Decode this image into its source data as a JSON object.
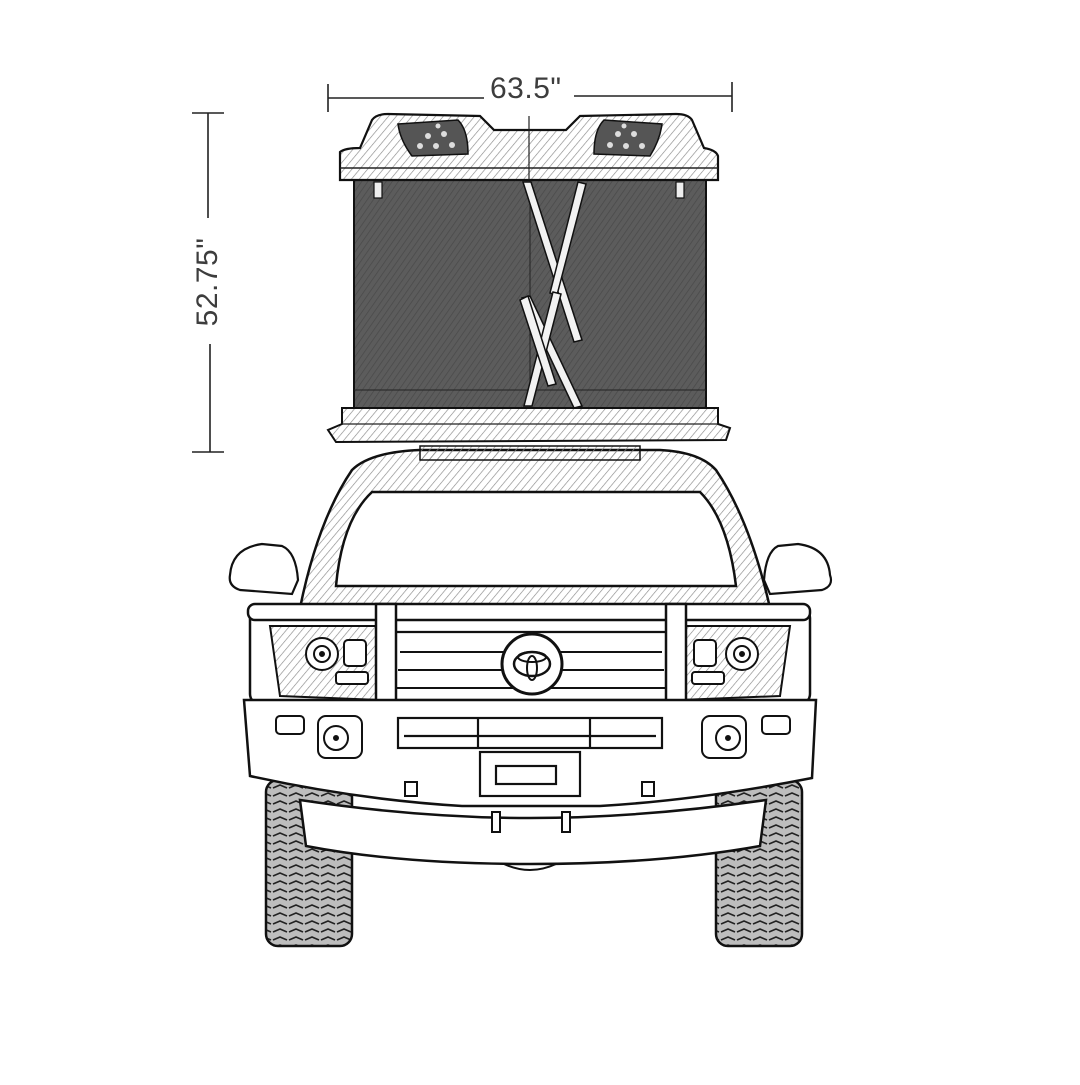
{
  "diagram": {
    "subject": "Front view sketch of pickup truck with roof top tent",
    "dimensions": {
      "width": {
        "label": "63.5\"",
        "axis": "horizontal",
        "measures": "tent width"
      },
      "height": {
        "label": "52.75\"",
        "axis": "vertical",
        "measures": "tent open height"
      }
    },
    "colors": {
      "line": "#1a1a1a",
      "tent_body": "#5a5a5a",
      "hatch": "#9a9a9a",
      "label": "#3d3d3d",
      "background": "#ffffff"
    },
    "components": [
      "roof-top-tent",
      "tent-lid",
      "scissor-lift",
      "roof-rack",
      "truck-cab",
      "windshield",
      "side-mirrors",
      "bull-bar",
      "headlights",
      "grille-logo",
      "front-bumper",
      "fog-lights",
      "winch",
      "tires"
    ]
  }
}
